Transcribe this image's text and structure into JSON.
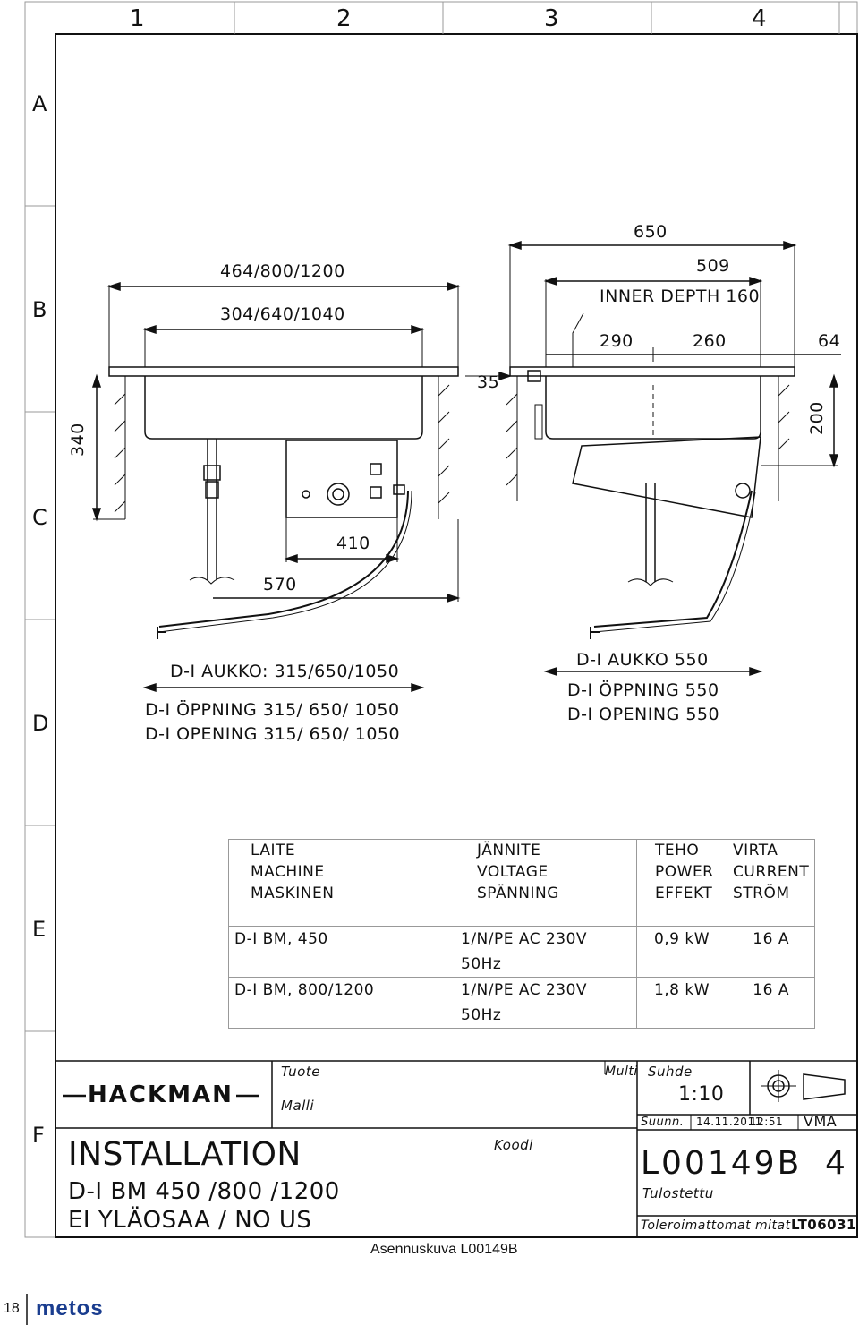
{
  "frame": {
    "columns": [
      "1",
      "2",
      "3",
      "4"
    ],
    "rows": [
      "A",
      "B",
      "C",
      "D",
      "E",
      "F"
    ]
  },
  "left_view": {
    "dim_outer": "464/800/1200",
    "dim_inner": "304/640/1040",
    "dim_height": "340",
    "dim_410": "410",
    "dim_570": "570"
  },
  "right_view": {
    "dim_total": "650",
    "dim_509": "509",
    "inner_depth": "INNER DEPTH 160",
    "dim_290": "290",
    "dim_260": "260",
    "dim_64": "64",
    "dim_35": "35",
    "dim_200": "200"
  },
  "openings_left": [
    "D-I AUKKO: 315/650/1050",
    "D-I ÖPPNING 315/ 650/ 1050",
    "D-I OPENING 315/ 650/ 1050"
  ],
  "openings_right": [
    "D-I AUKKO  550",
    "D-I ÖPPNING  550",
    "D-I OPENING  550"
  ],
  "spec_table": {
    "headers": [
      [
        "LAITE",
        "MACHINE",
        "MASKINEN"
      ],
      [
        "JÄNNITE",
        "VOLTAGE",
        "SPÄNNING"
      ],
      [
        "TEHO",
        "POWER",
        "EFFEKT"
      ],
      [
        "VIRTA",
        "CURRENT",
        "STRÖM"
      ]
    ],
    "rows": [
      [
        "D-I BM, 450",
        "1/N/PE AC 230V 50Hz",
        "0,9 kW",
        "16 A"
      ],
      [
        "D-I BM, 800/1200",
        "1/N/PE AC 230V 50Hz",
        "1,8 kW",
        "16 A"
      ]
    ]
  },
  "title_block": {
    "brand": "HACKMAN",
    "tuote_label": "Tuote",
    "malli_label": "Malli",
    "multi_label": "Multi",
    "suhde_label": "Suhde",
    "scale": "1:10",
    "title": "INSTALLATION",
    "subtitle1": "D-I BM 450 /800 /1200",
    "subtitle2": "EI YLÄOSAA / NO US",
    "koodi_label": "Koodi",
    "suunn_label": "Suunn.",
    "date": "14.11.2011",
    "time": "12:51",
    "designer": "VMA",
    "drawing_no": "L00149B",
    "revision": "4",
    "tulostettu_label": "Tulostettu",
    "tolerance_label": "Toleroimattomat mitat",
    "tolerance_code": "LT06031"
  },
  "caption": "Asennuskuva L00149B",
  "footer": {
    "page": "18",
    "brand": "metos"
  }
}
